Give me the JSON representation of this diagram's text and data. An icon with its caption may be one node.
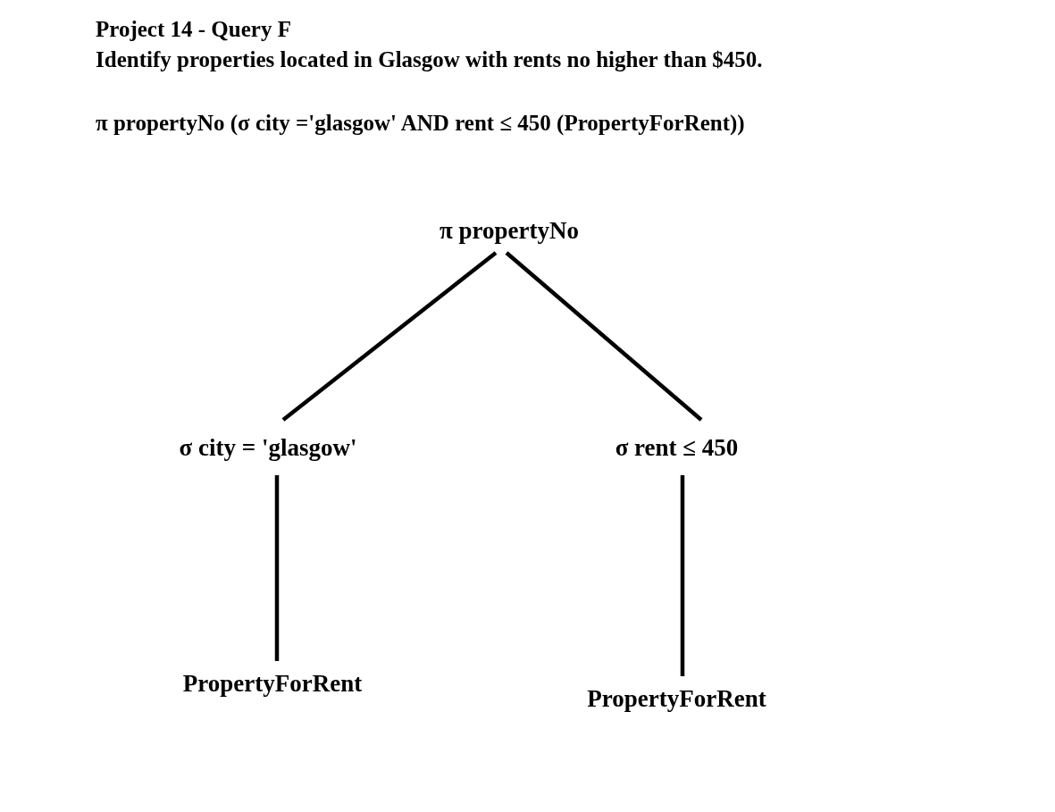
{
  "diagram": {
    "title": "Project 14 - Query F",
    "nodes": [
      {
        "text": [
          "π propertyNo"
        ]
      },
      {
        "text": [
          "σ city = 'glasgow'"
        ]
      },
      {
        "text": [
          "σ rent ≤ 450"
        ]
      },
      {
        "text": [
          "PropertyForRent"
        ]
      },
      {
        "text": [
          "PropertyForRent"
        ]
      }
    ],
    "edges": [
      {
        "from": 0,
        "to": 1,
        "arrow": "none"
      },
      {
        "from": 0,
        "to": 2,
        "arrow": "none"
      },
      {
        "from": 1,
        "to": 3,
        "arrow": "none"
      },
      {
        "from": 2,
        "to": 4,
        "arrow": "none"
      }
    ],
    "labels": [
      "Identify properties located in Glasgow with rents no higher than $450.",
      "π propertyNo (σ city ='glasgow' AND rent ≤ 450 (PropertyForRent))"
    ]
  }
}
